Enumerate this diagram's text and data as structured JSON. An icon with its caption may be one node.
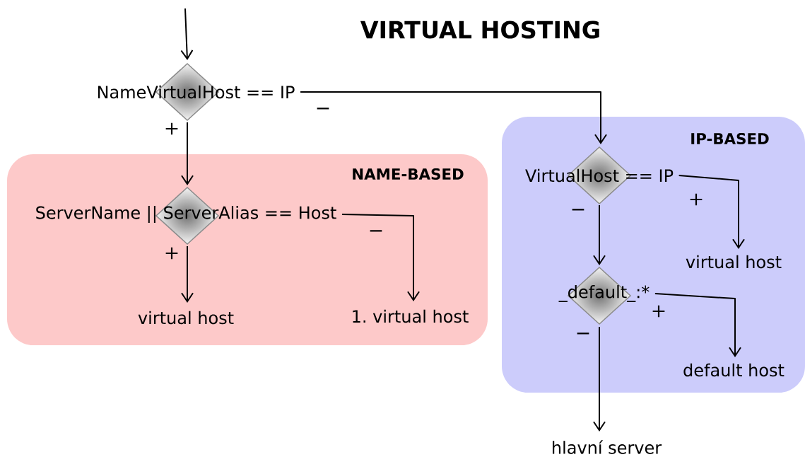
{
  "diagram": {
    "title": "VIRTUAL HOSTING",
    "nodes": [
      {
        "text": [
          "NAME-BASED"
        ]
      },
      {
        "text": [
          "IP-BASED"
        ]
      },
      {
        "text": [
          "NameVirtualHost == IP"
        ]
      },
      {
        "text": [
          "ServerName || ServerAlias == Host"
        ],
        "in": 0
      },
      {
        "text": [
          "virtual host"
        ],
        "in": 0
      },
      {
        "text": [
          "1. virtual host"
        ],
        "in": 0
      },
      {
        "text": [
          "VirtualHost == IP"
        ],
        "in": 1
      },
      {
        "text": [
          "virtual host"
        ],
        "in": 1
      },
      {
        "text": [
          "_default_:*"
        ],
        "in": 1
      },
      {
        "text": [
          "default host"
        ],
        "in": 1
      },
      {
        "text": [
          "hlavní server"
        ]
      }
    ],
    "edges": [
      {
        "from": null,
        "to": 2,
        "arrow": "to"
      },
      {
        "from": 2,
        "to": 3,
        "arrow": "to",
        "label": "+"
      },
      {
        "from": 2,
        "to": 6,
        "arrow": "to",
        "label": "−"
      },
      {
        "from": 3,
        "to": 4,
        "arrow": "to",
        "label": "+"
      },
      {
        "from": 3,
        "to": 5,
        "arrow": "to",
        "label": "−"
      },
      {
        "from": 6,
        "to": 7,
        "arrow": "to",
        "label": "+"
      },
      {
        "from": 6,
        "to": 8,
        "arrow": "to",
        "label": "−"
      },
      {
        "from": 8,
        "to": 9,
        "arrow": "to",
        "label": "+"
      },
      {
        "from": 8,
        "to": 10,
        "arrow": "to",
        "label": "−"
      }
    ]
  }
}
